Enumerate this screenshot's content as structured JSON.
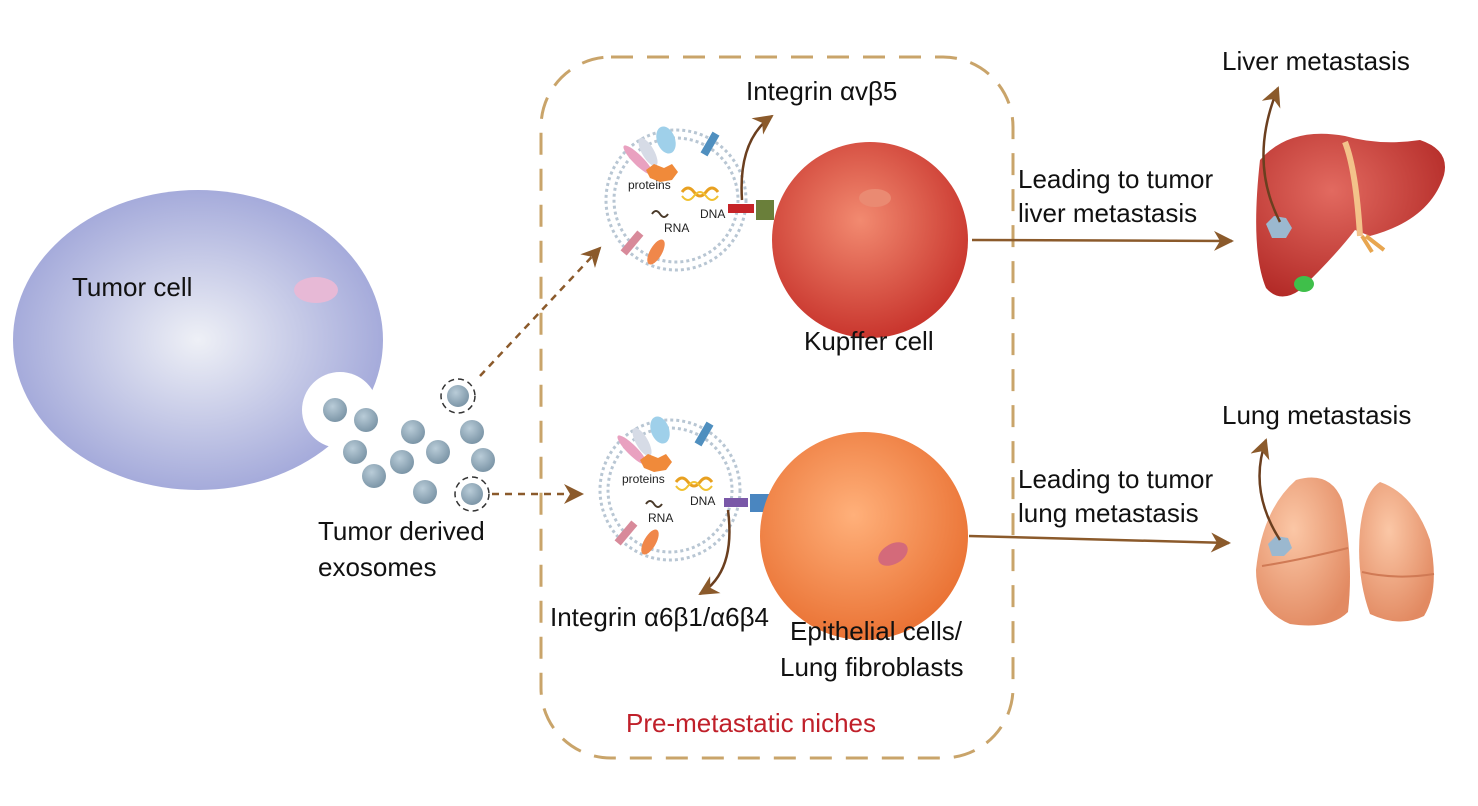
{
  "labels": {
    "tumor_cell": "Tumor cell",
    "exosomes_line1": "Tumor derived",
    "exosomes_line2": "exosomes",
    "integrin_top": "Integrin αvβ5",
    "integrin_bottom": "Integrin α6β1/α6β4",
    "kupffer": "Kupffer cell",
    "epithelial_line1": "Epithelial cells/",
    "epithelial_line2": "Lung fibroblasts",
    "niche": "Pre-metastatic niches",
    "liver_lead_line1": "Leading to tumor",
    "liver_lead_line2": "liver metastasis",
    "lung_lead_line1": "Leading to tumor",
    "lung_lead_line2": "lung metastasis",
    "liver_met": "Liver metastasis",
    "lung_met": "Lung metastasis",
    "proteins": "proteins",
    "dna": "DNA",
    "rna": "RNA"
  },
  "colors": {
    "arrow": "#8b5a2b",
    "niche_border": "#c9a46a",
    "niche_text": "#c0202a",
    "tumor_cell": "#a9aedd",
    "exosome": "#8fa8b8",
    "kupffer": "#d9483a",
    "epithelial": "#f0874a",
    "liver": "#c93a36",
    "lung": "#f0a882"
  }
}
